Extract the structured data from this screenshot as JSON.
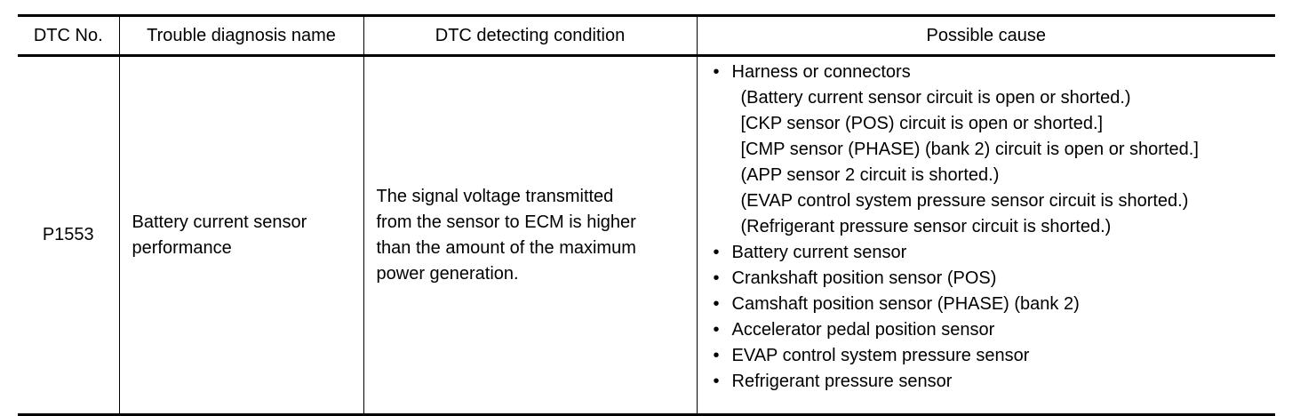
{
  "table": {
    "headers": {
      "dtc_no": "DTC No.",
      "trouble_name": "Trouble diagnosis name",
      "condition": "DTC detecting condition",
      "cause": "Possible cause"
    },
    "rows": [
      {
        "dtc_no": "P1553",
        "trouble_name": "Battery current sensor\nperformance",
        "condition": "The signal voltage transmitted\nfrom the sensor to ECM is higher\nthan the amount of the maximum\npower generation.",
        "causes": [
          {
            "text": "Harness or connectors",
            "details": [
              "(Battery current sensor circuit is open or shorted.)",
              "[CKP sensor (POS) circuit is open or shorted.]",
              "[CMP sensor (PHASE) (bank 2) circuit is open or shorted.]",
              "(APP sensor 2 circuit is shorted.)",
              "(EVAP control system pressure sensor circuit is shorted.)",
              "(Refrigerant pressure sensor circuit is shorted.)"
            ]
          },
          {
            "text": "Battery current sensor"
          },
          {
            "text": "Crankshaft position sensor (POS)"
          },
          {
            "text": "Camshaft position sensor (PHASE) (bank 2)"
          },
          {
            "text": "Accelerator pedal position sensor"
          },
          {
            "text": "EVAP control system pressure sensor"
          },
          {
            "text": "Refrigerant pressure sensor"
          }
        ]
      }
    ],
    "bullet_symbol": "•"
  }
}
